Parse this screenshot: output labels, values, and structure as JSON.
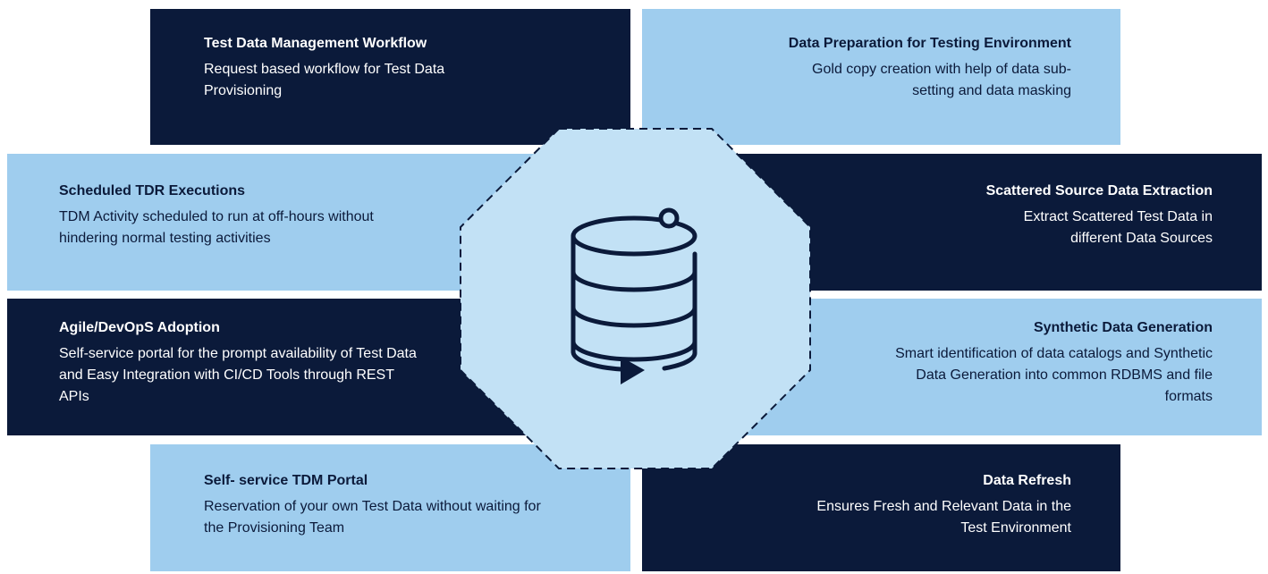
{
  "cards": [
    {
      "title": "Test Data Management Workflow",
      "desc": "Request based workflow for Test Data Provisioning"
    },
    {
      "title": "Data Preparation for Testing Environment",
      "desc": "Gold copy creation with help of data sub-setting and data masking"
    },
    {
      "title": "Scheduled TDR Executions",
      "desc": "TDM Activity scheduled to run at off-hours without hindering normal testing activities"
    },
    {
      "title": "Scattered Source Data Extraction",
      "desc": "Extract Scattered Test Data in different Data Sources"
    },
    {
      "title": "Agile/DevOpS Adoption",
      "desc": "Self-service portal for the prompt availability of Test Data and Easy Integration with CI/CD Tools through REST APIs"
    },
    {
      "title": "Synthetic Data Generation",
      "desc": "Smart identification of data catalogs and Synthetic Data Generation into common RDBMS and file formats"
    },
    {
      "title": "Self- service TDM Portal",
      "desc": "Reservation of your own Test Data without waiting for the Provisioning Team"
    },
    {
      "title": "Data Refresh",
      "desc": "Ensures Fresh and Relevant Data in the Test Environment"
    }
  ],
  "center_icon": "database-refresh-icon",
  "colors": {
    "dark": "#0b1a3a",
    "light": "#9fcdee",
    "center": "#c2e1f5"
  }
}
